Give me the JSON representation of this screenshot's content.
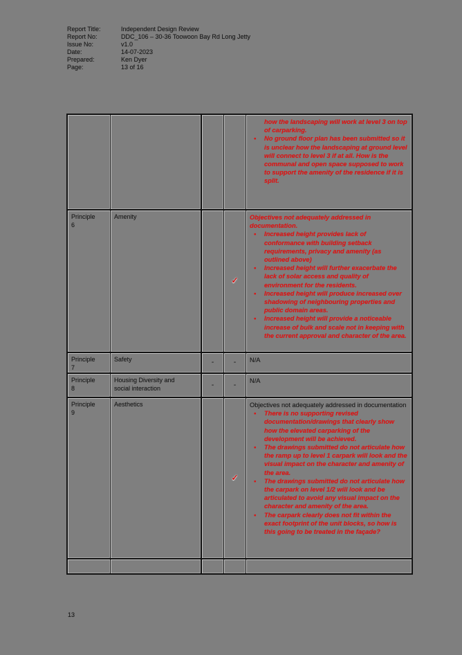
{
  "header": {
    "fields": [
      {
        "label": "Report Title:",
        "value": "Independent Design Review"
      },
      {
        "label": "Report No:",
        "value": "DDC_106 – 30-36 Toowoon Bay Rd Long Jetty"
      },
      {
        "label": "Issue No:",
        "value": "v1.0"
      },
      {
        "label": "Date:",
        "value": "14-07-2023"
      },
      {
        "label": "Prepared:",
        "value": "Ken Dyer"
      },
      {
        "label": "Page:",
        "value": "13 of 16"
      }
    ]
  },
  "table": {
    "rows": [
      {
        "principle": "",
        "topic": "",
        "status1": "",
        "status2": "",
        "comment": {
          "lead": "how the landscaping will work at level 3 on top of carparking.",
          "bullets": [
            "No ground floor plan has been submitted so it is unclear how the landscaping at ground level will connect to level 3 if at all. How is the communal and open space supposed to work to support the amenity of the residence if it is split."
          ]
        }
      },
      {
        "principle": "Principle 6",
        "topic": "Amenity",
        "status1": "",
        "status2": "✓",
        "comment": {
          "intro": "Objectives not adequately addressed in documentation.",
          "bullets": [
            "Increased height provides lack of conformance with building setback requirements, privacy and amenity (as outlined above)",
            "Increased height will further exacerbate the lack of solar access and quality of environment for the residents.",
            "Increased height will produce increased over shadowing of neighbouring properties and public domain areas.",
            "Increased height will provide a noticeable increase of bulk and scale not in keeping with the current approval and character of the area."
          ]
        }
      },
      {
        "principle": "Principle 7",
        "topic": "Safety",
        "status1": "-",
        "status2": "-",
        "comment": {
          "text": "N/A"
        }
      },
      {
        "principle": "Principle 8",
        "topic": "Housing Diversity and social interaction",
        "status1": "-",
        "status2": "-",
        "comment": {
          "text": "N/A"
        }
      },
      {
        "principle": "Principle 9",
        "topic": "Aesthetics",
        "status1": "",
        "status2": "✓",
        "comment": {
          "intro": "Objectives not adequately addressed in documentation",
          "bullets": [
            "There is no supporting revised documentation/drawings that clearly show how the elevated carparking of the development will be achieved.",
            "The drawings submitted do not articulate how the ramp up to level 1 carpark will look and the visual impact on the character and amenity of the area.",
            "The drawings submitted do not articulate how the carpark on level 1/2 will look and be articulated to avoid any visual impact on the character and amenity of the area.",
            "The carpark clearly does not fit within the exact footprint of the unit blocks, so how is this going to be treated in the façade?"
          ]
        }
      },
      {
        "principle": "",
        "topic": "",
        "status1": "",
        "status2": "",
        "comment": {
          "text": ""
        }
      }
    ]
  },
  "footer": {
    "page_number": "13"
  },
  "colors": {
    "background": "#7f7f7f",
    "text": "#181818",
    "highlight_red": "#df1313",
    "checkmark_red": "#cf1313"
  }
}
